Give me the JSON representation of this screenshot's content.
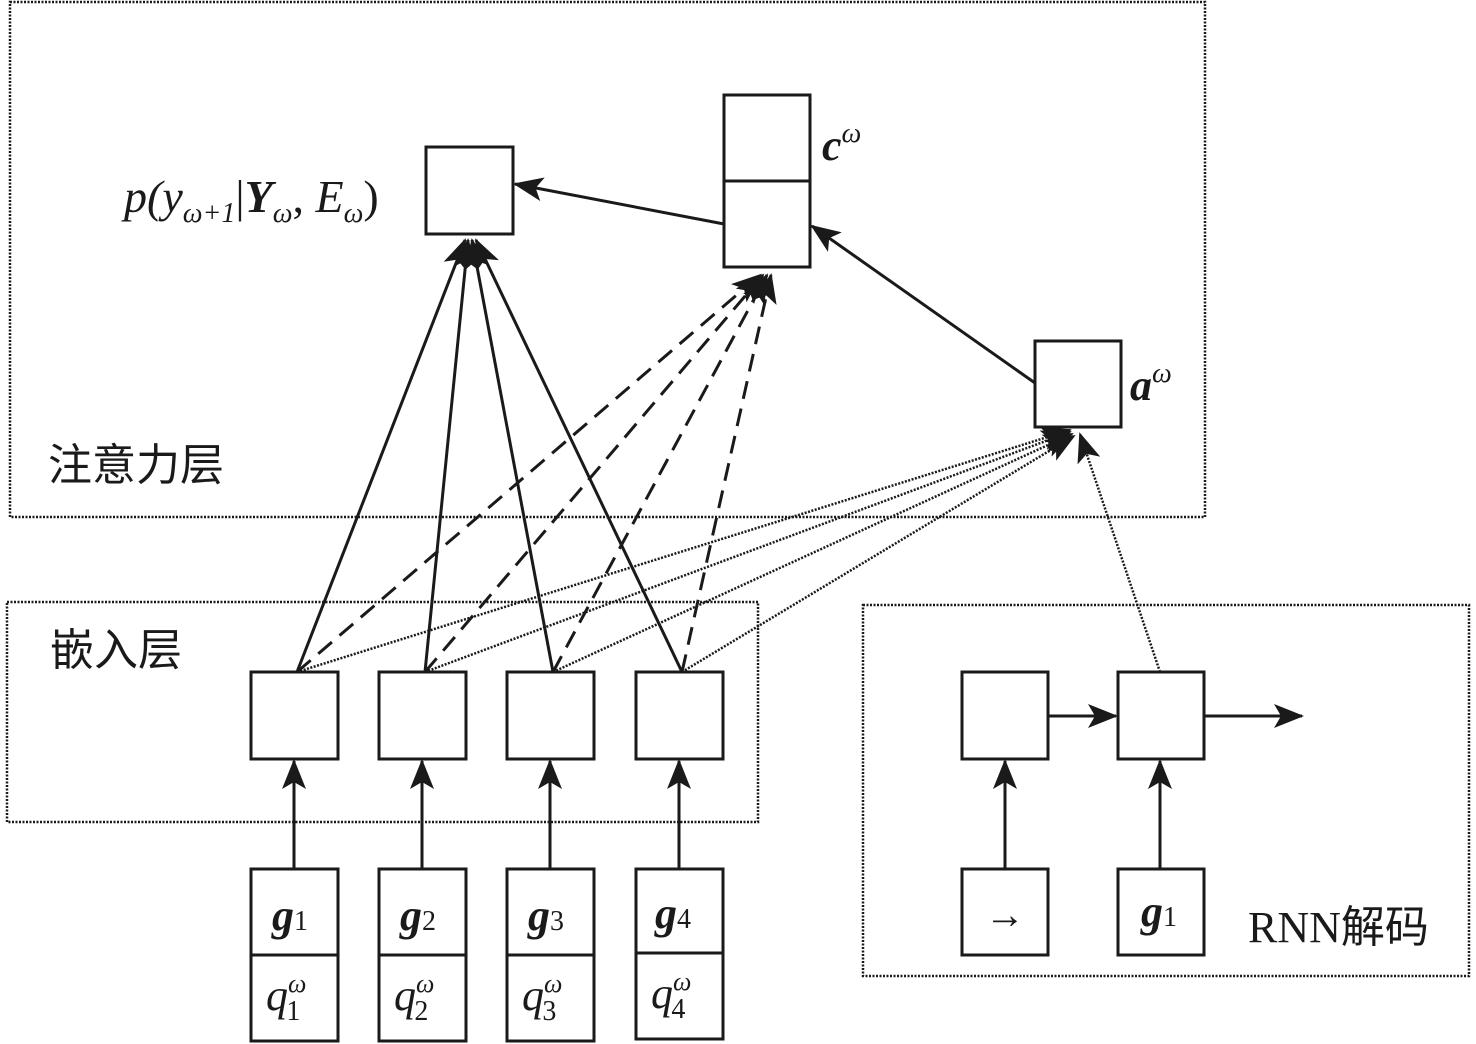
{
  "regions": {
    "attention": {
      "label": "注意力层"
    },
    "embedding": {
      "label": "嵌入层"
    },
    "rnn": {
      "label": "RNN解码"
    }
  },
  "nodes": {
    "output": {
      "label_p": "p(",
      "label_y": "y",
      "label_y_sub": "ω+1",
      "label_bar": "|",
      "label_Y": "Y",
      "label_Y_sub": "ω",
      "label_comma": ", ",
      "label_E": "E",
      "label_E_sub": "ω",
      "label_close": ")"
    },
    "context": {
      "label": "c",
      "sup": "ω"
    },
    "attention_weights": {
      "label": "a",
      "sup": "ω"
    },
    "rnn_start": {
      "label": "→"
    },
    "rnn_input": {
      "label": "g",
      "sub": "1"
    }
  },
  "inputs": [
    {
      "g": "g",
      "g_sub": "1",
      "q": "q",
      "q_sub": "1",
      "q_sup": "ω"
    },
    {
      "g": "g",
      "g_sub": "2",
      "q": "q",
      "q_sub": "2",
      "q_sup": "ω"
    },
    {
      "g": "g",
      "g_sub": "3",
      "q": "q",
      "q_sub": "3",
      "q_sup": "ω"
    },
    {
      "g": "g",
      "g_sub": "4",
      "q": "q",
      "q_sub": "4",
      "q_sup": "ω"
    }
  ]
}
